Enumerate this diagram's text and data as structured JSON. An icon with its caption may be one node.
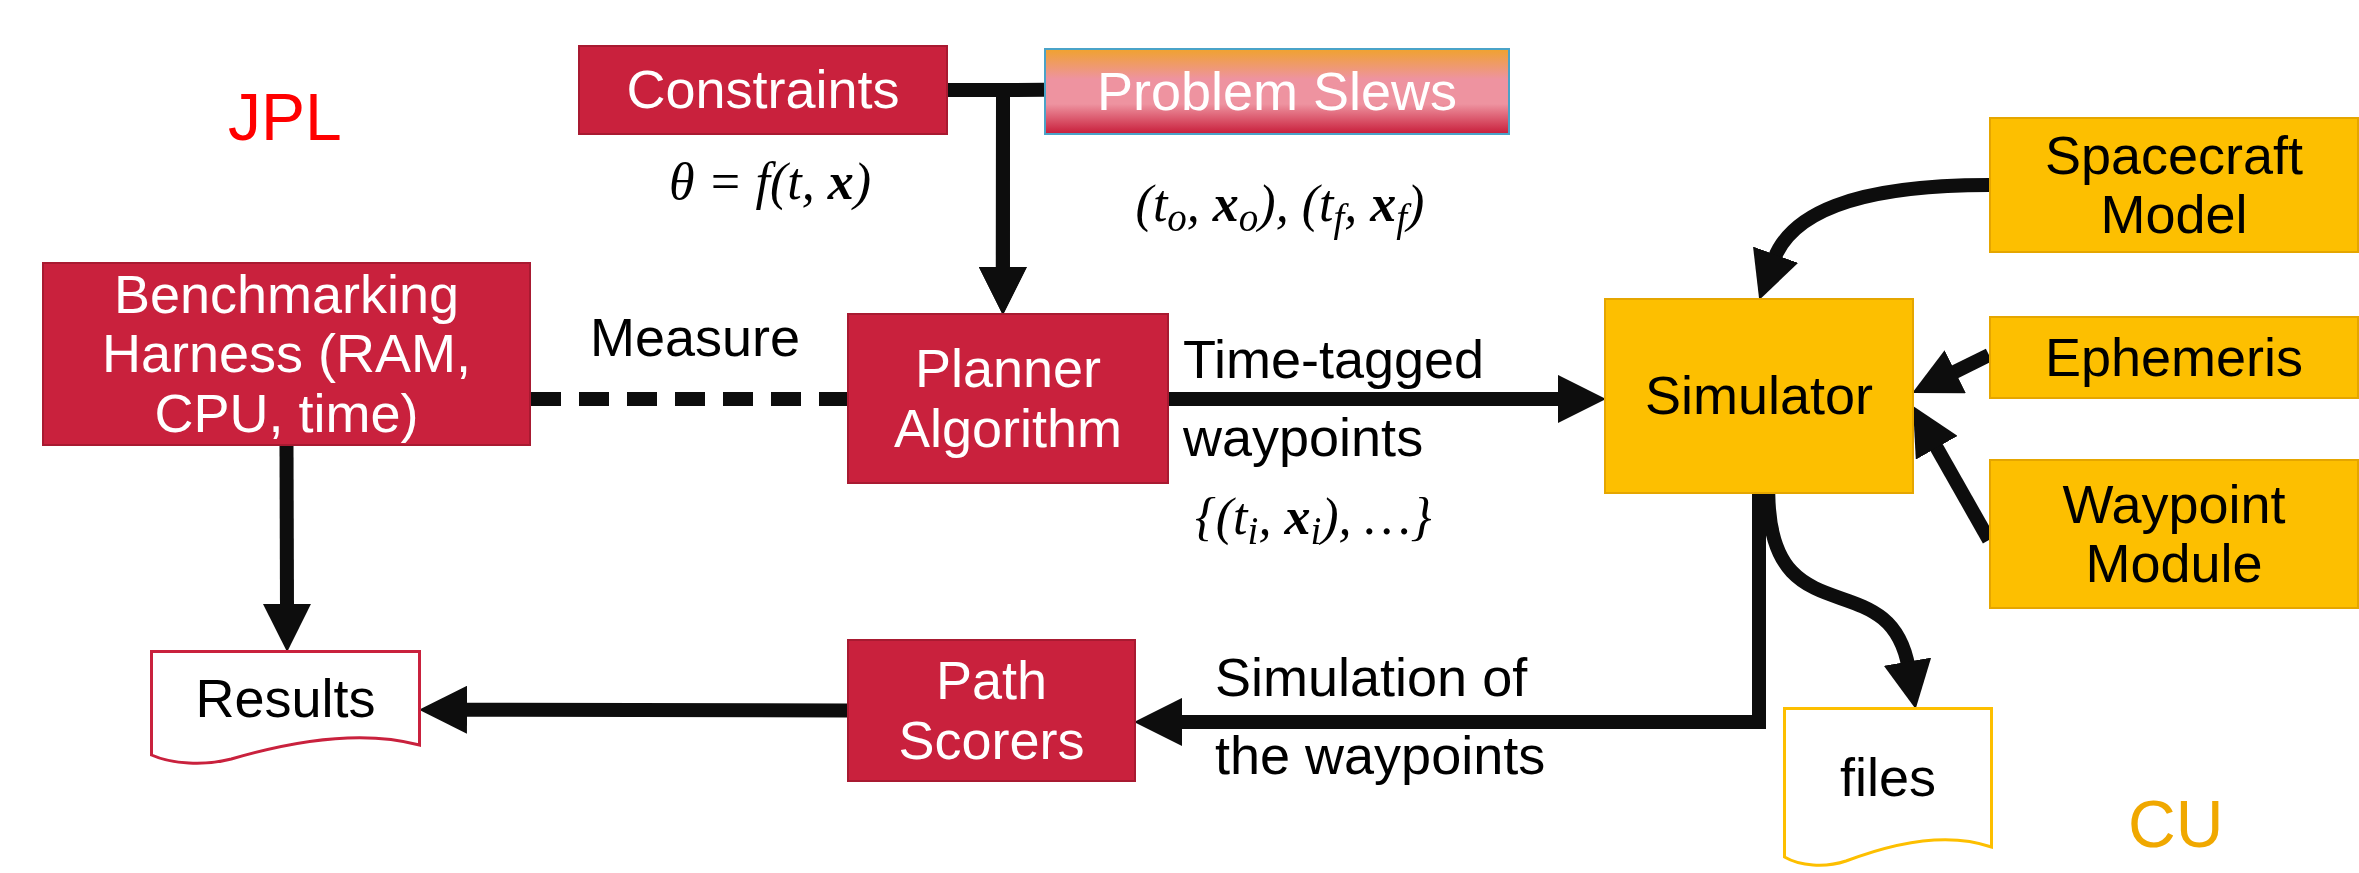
{
  "diagram": {
    "nodes": [
      {
        "text": [
          "Constraints"
        ],
        "beside": [
          "θ = f(t, **x**)"
        ]
      },
      {
        "text": [
          "Problem Slews"
        ],
        "beside": [
          "(t$_{o}$, **x**$_{o}$), (t$_{f}$, **x**$_{f}$)"
        ]
      },
      {
        "text": [
          "Benchmarking Harness (RAM, CPU, time)"
        ]
      },
      {
        "text": [
          "Planner Algorithm"
        ]
      },
      {
        "text": [
          "Simulator"
        ]
      },
      {
        "text": [
          "Spacecraft Model"
        ]
      },
      {
        "text": [
          "Ephemeris"
        ]
      },
      {
        "text": [
          "Waypoint Module"
        ]
      },
      {
        "text": [
          "Results"
        ]
      },
      {
        "text": [
          "Path Scorers"
        ]
      },
      {
        "text": [
          "files"
        ]
      }
    ],
    "edges": [
      {
        "from": 0,
        "to": 3,
        "arrow": "to"
      },
      {
        "from": 1,
        "to": 3,
        "arrow": "to"
      },
      {
        "from": 2,
        "to": 3,
        "arrow": "none",
        "style": "dashed",
        "label": "Measure"
      },
      {
        "from": 3,
        "to": 4,
        "arrow": "to",
        "label": "Time-tagged waypoints"
      },
      {
        "from": 5,
        "to": 4,
        "arrow": "to"
      },
      {
        "from": 6,
        "to": 4,
        "arrow": "to"
      },
      {
        "from": 7,
        "to": 4,
        "arrow": "to"
      },
      {
        "from": 4,
        "to": 10,
        "arrow": "to"
      },
      {
        "from": 4,
        "to": 9,
        "arrow": "to",
        "label": "Simulation of the waypoints"
      },
      {
        "from": 9,
        "to": 8,
        "arrow": "to"
      },
      {
        "from": 2,
        "to": 8,
        "arrow": "to"
      }
    ],
    "labels": [
      "JPL",
      "{(t$_{i}$, **x**$_{i}$), …}",
      "CU"
    ]
  }
}
